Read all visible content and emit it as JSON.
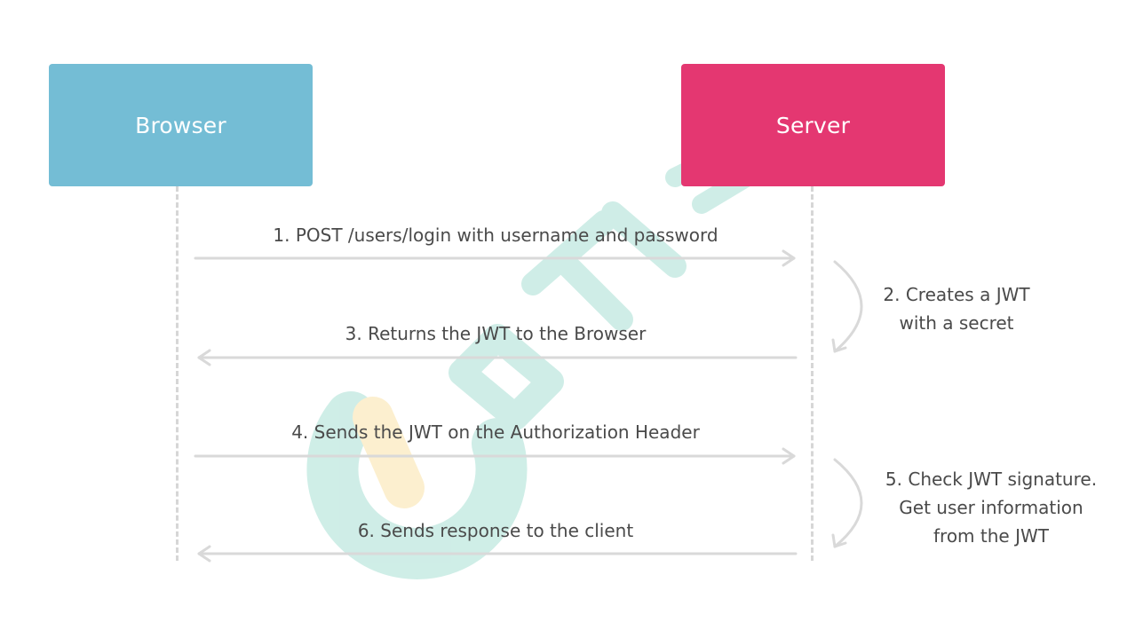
{
  "colors": {
    "browser": "#74bdd5",
    "server": "#e43771",
    "arrow": "#d9d9d9",
    "text": "#4a4a4a",
    "watermark_teal": "#a8e0d4",
    "watermark_yellow": "#fbe3a8"
  },
  "actors": {
    "browser": {
      "label": "Browser"
    },
    "server": {
      "label": "Server"
    }
  },
  "messages": [
    {
      "label": "1. POST /users/login with username and password",
      "direction": "to-server"
    },
    {
      "label": "3. Returns the JWT to the Browser",
      "direction": "to-browser"
    },
    {
      "label": "4. Sends the JWT on the Authorization Header",
      "direction": "to-server"
    },
    {
      "label": "6. Sends response to the client",
      "direction": "to-browser"
    }
  ],
  "notes": [
    {
      "lines": [
        "2. Creates a JWT",
        "with a secret"
      ]
    },
    {
      "lines": [
        "5. Check JWT signature.",
        "Get user information",
        "from the JWT"
      ]
    }
  ]
}
